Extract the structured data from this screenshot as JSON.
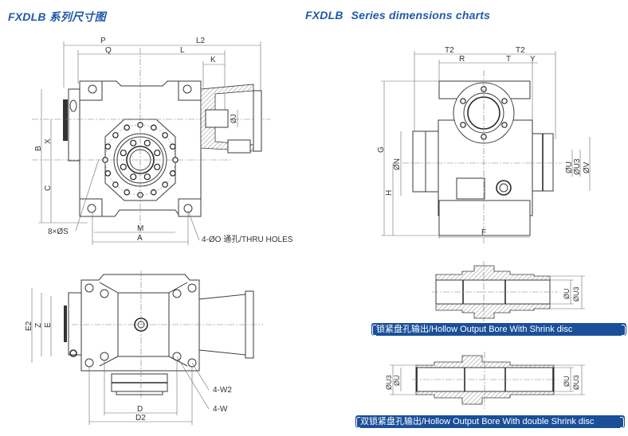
{
  "titles": {
    "left_model": "FXDLB",
    "left_cn": "系列尺寸图",
    "right_model": "FXDLB",
    "right_en": "Series dimensions charts"
  },
  "front_view": {
    "dims_top": [
      "P",
      "L2",
      "Q",
      "L",
      "K"
    ],
    "dims_left": [
      "B",
      "X",
      "C"
    ],
    "dims_bottom": [
      "M",
      "A"
    ],
    "shaft_dim": "ØJ",
    "callouts": {
      "bolt_holes": "8×ØS",
      "thru_holes": "4-ØO 通孔/THRU HOLES"
    }
  },
  "top_view": {
    "dims_left": [
      "E2",
      "Z",
      "E"
    ],
    "dims_bottom": [
      "D",
      "D2"
    ],
    "callouts": [
      "4-W2",
      "4-W"
    ]
  },
  "side_view": {
    "dims_top": [
      "T2",
      "T2",
      "R",
      "T",
      "Y"
    ],
    "dims_left": [
      "G",
      "ØN",
      "H"
    ],
    "dims_right": [
      "ØU",
      "ØU3",
      "ØV"
    ],
    "dims_bottom": [
      "F"
    ]
  },
  "bore_single": {
    "dims": [
      "ØU",
      "ØU3"
    ],
    "caption": "锁紧盘孔输出/Hollow Output Bore With Shrink disc"
  },
  "bore_double": {
    "dims_left": [
      "ØU3",
      "ØU"
    ],
    "dims_right": [
      "ØU",
      "ØU3"
    ],
    "caption": "双锁紧盘孔输出/Hollow Output Bore With double Shrink disc"
  },
  "colors": {
    "title_blue": "#1f5aa8",
    "caption_bg": "#1a4f9a",
    "line": "#3a3a3a"
  }
}
